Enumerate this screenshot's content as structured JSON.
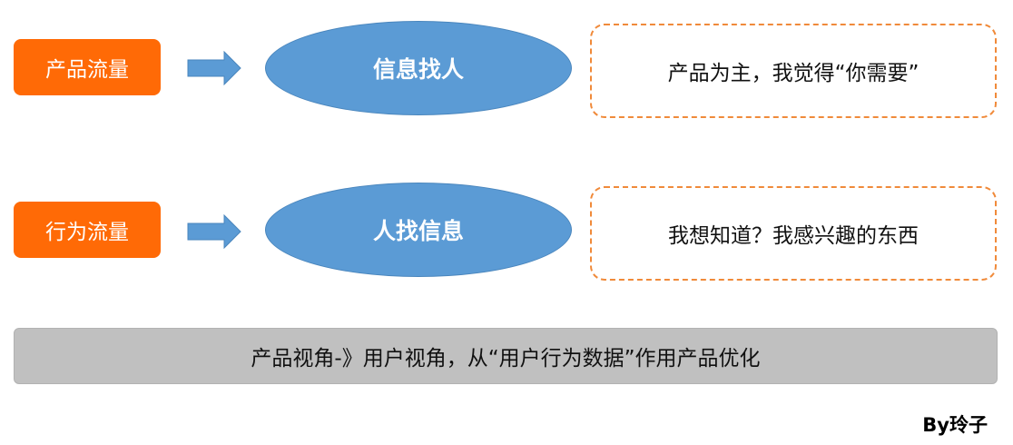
{
  "colors": {
    "label_fill": "#ff6a06",
    "arrow_fill": "#5b9bd5",
    "ellipse_fill": "#5b9bd5",
    "note_border": "#f08a3a",
    "banner_fill": "#c0c0c0"
  },
  "rows": [
    {
      "label": "产品流量",
      "ellipse_text": "信息找人",
      "note": "产品为主，我觉得“你需要”"
    },
    {
      "label": "行为流量",
      "ellipse_text": "人找信息",
      "note": "我想知道？我感兴趣的东西"
    }
  ],
  "banner": "产品视角-》用户视角，从“用户行为数据”作用产品优化",
  "credit": "By玲子",
  "icons": [
    "right-arrow-icon"
  ]
}
